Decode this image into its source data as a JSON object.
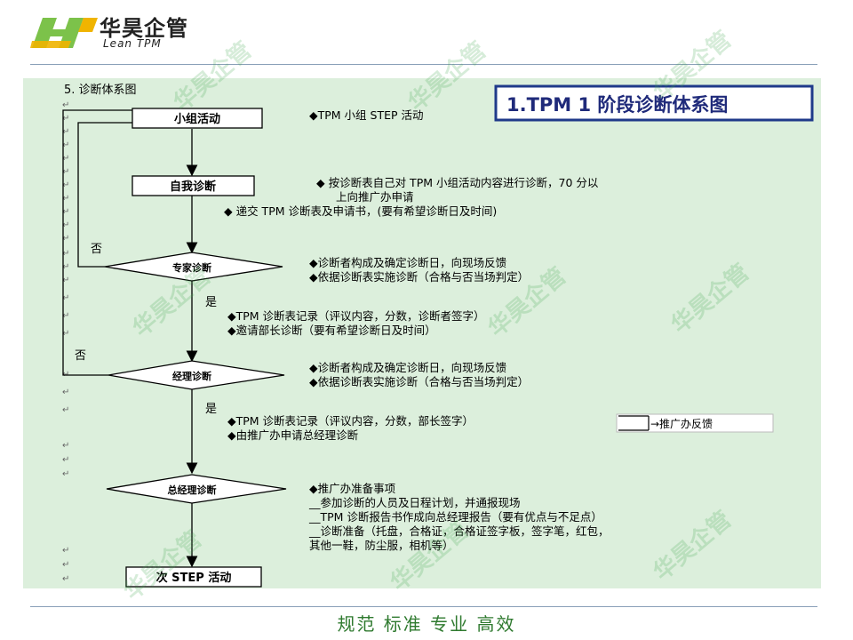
{
  "header": {
    "logo_cn": "华昊企管",
    "logo_en": "Lean TPM"
  },
  "watermark_text": "华昊企管",
  "diagram": {
    "section_heading": "5.  诊断体系图",
    "title_box": "1.TPM 1  阶段诊断体系图",
    "nodes": {
      "group_activity": "小组活动",
      "self_diagnosis": "自我诊断",
      "expert_diagnosis": "专家诊断",
      "manager_diagnosis": "经理诊断",
      "gm_diagnosis": "总经理诊断",
      "next_step": "次 STEP 活动"
    },
    "labels": {
      "no_1": "否",
      "yes_1": "是",
      "no_2": "否",
      "yes_2": "是"
    },
    "notes": {
      "n1": "◆TPM 小组 STEP 活动",
      "n2a": "◆  按诊断表自己对 TPM 小组活动内容进行诊断，70 分以",
      "n2b": "上向推广办申请",
      "n3": "◆  递交 TPM 诊断表及申请书，(要有希望诊断日及时间)",
      "n4a": "◆诊断者构成及确定诊断日，向现场反馈",
      "n4b": "◆依据诊断表实施诊断（合格与否当场判定）",
      "n5a": "◆TPM 诊断表记录（评议内容，分数，诊断者签字）",
      "n5b": "◆邀请部长诊断（要有希望诊断日及时间）",
      "n6a": "◆诊断者构成及确定诊断日，向现场反馈",
      "n6b": "◆依据诊断表实施诊断（合格与否当场判定）",
      "n7a": "◆TPM 诊断表记录（评议内容，分数，部长签字）",
      "n7b": "◆由推广办申请总经理诊断",
      "feedback": "→推广办反馈",
      "n8a": "◆推广办准备事项",
      "n8b": "__参加诊断的人员及日程计划，并通报现场",
      "n8c": "__TPM 诊断报告书作成向总经理报告（要有优点与不足点）",
      "n8d": "__诊断准备（托盘，合格证，合格证签字板，签字笔，红包，",
      "n8e": "其他一鞋，防尘服，相机等）"
    },
    "paragraph_mark": "↵"
  },
  "footer": {
    "slogan": "规范 标准 专业 高效"
  },
  "colors": {
    "panel_bg": "#dcefdc",
    "title_border": "#1f3a8a",
    "footer_text": "#2f7a2f",
    "logo_green": "#7cc24a",
    "logo_yellow": "#f0b400"
  }
}
